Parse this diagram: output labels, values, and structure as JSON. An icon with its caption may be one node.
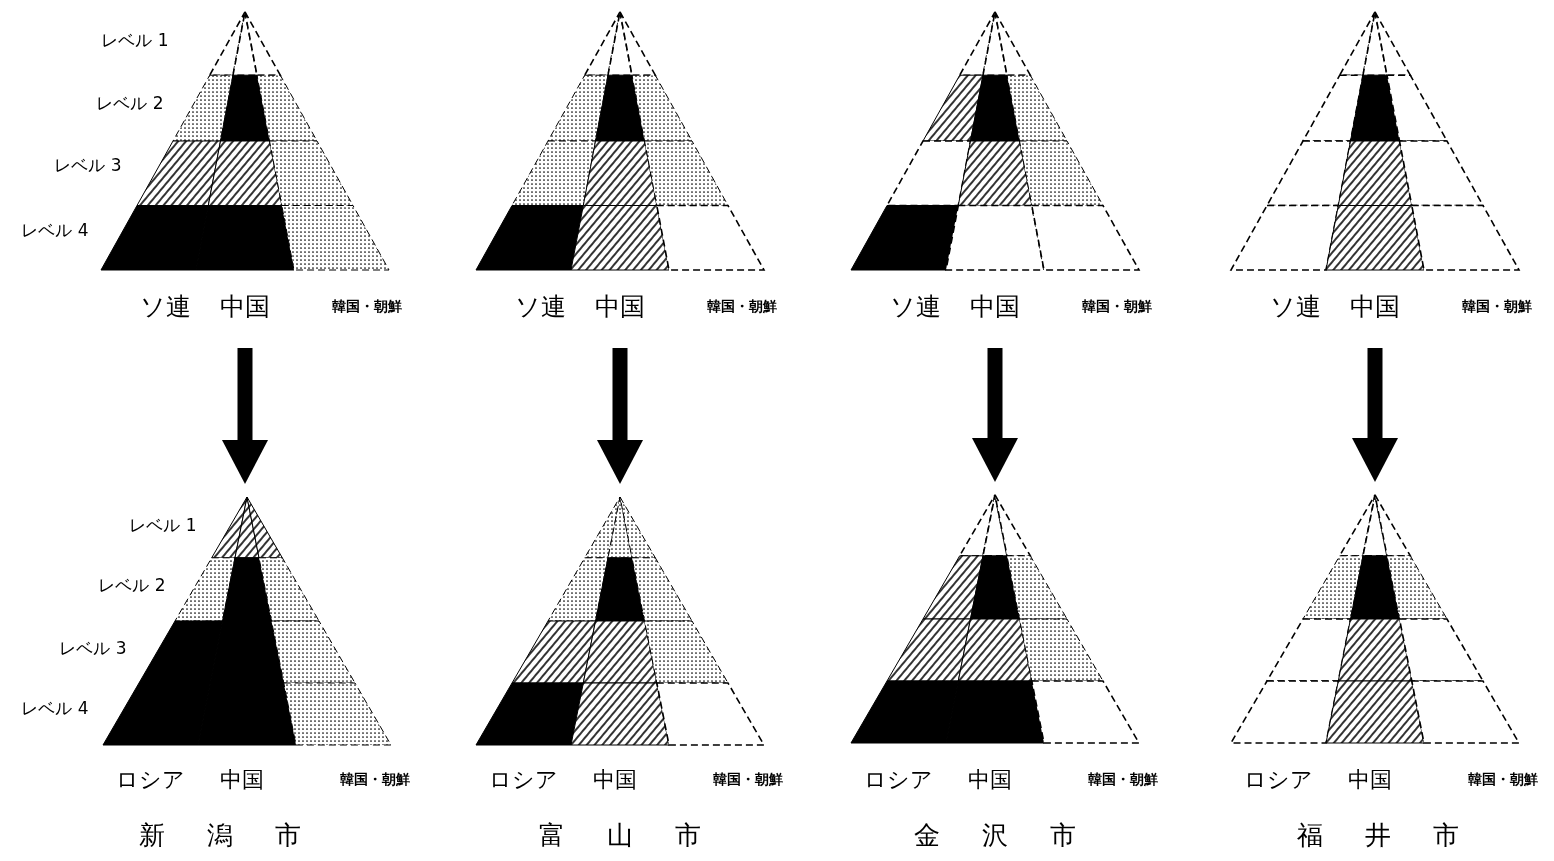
{
  "diagram": {
    "nodes": [
      {
        "text": [],
        "shape": "triangle",
        "beside": [
          "ソ連",
          "中国",
          "韓国・朝鮮"
        ]
      },
      {
        "text": [],
        "shape": "triangle",
        "beside": [
          "ソ連",
          "中国",
          "韓国・朝鮮"
        ]
      },
      {
        "text": [],
        "shape": "triangle",
        "beside": [
          "ソ連",
          "中国",
          "韓国・朝鮮"
        ]
      },
      {
        "text": [],
        "shape": "triangle",
        "beside": [
          "ソ連",
          "中国",
          "韓国・朝鮮"
        ]
      },
      {
        "text": [],
        "shape": "triangle",
        "beside": [
          "ロシア",
          "中国",
          "韓国・朝鮮"
        ]
      },
      {
        "text": [],
        "shape": "triangle",
        "beside": [
          "ロシア",
          "中国",
          "韓国・朝鮮"
        ]
      },
      {
        "text": [],
        "shape": "triangle",
        "beside": [
          "ロシア",
          "中国",
          "韓国・朝鮮"
        ]
      },
      {
        "text": [],
        "shape": "triangle",
        "beside": [
          "ロシア",
          "中国",
          "韓国・朝鮮"
        ]
      }
    ],
    "edges": [
      {
        "from": 0,
        "to": 4,
        "arrow": "to"
      },
      {
        "from": 1,
        "to": 5,
        "arrow": "to"
      },
      {
        "from": 2,
        "to": 6,
        "arrow": "to"
      },
      {
        "from": 3,
        "to": 7,
        "arrow": "to"
      }
    ],
    "labels": [
      "レベル 1",
      "レベル 2",
      "レベル 3",
      "レベル 4",
      "レベル 1",
      "レベル 2",
      "レベル 3",
      "レベル 4",
      "新潟市",
      "富山市",
      "金沢市",
      "福井市"
    ]
  }
}
